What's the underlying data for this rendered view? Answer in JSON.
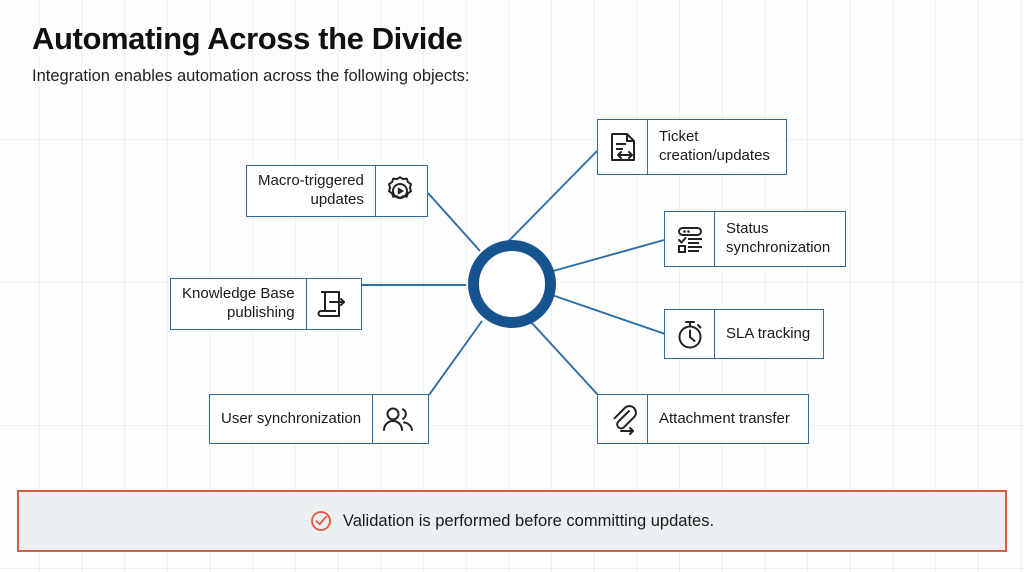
{
  "slide": {
    "title": "Automating Across the Divide",
    "subtitle": "Integration enables automation across the following objects:"
  },
  "diagram": {
    "hub_name": "integration-hub",
    "nodes": [
      {
        "id": "ticket-creation-updates",
        "label": "Ticket\ncreation/updates",
        "icon": "document-exchange-icon",
        "icon_side": "left"
      },
      {
        "id": "status-synchronization",
        "label": "Status\nsynchronization",
        "icon": "checklist-icon",
        "icon_side": "left"
      },
      {
        "id": "sla-tracking",
        "label": "SLA tracking",
        "icon": "stopwatch-icon",
        "icon_side": "left"
      },
      {
        "id": "attachment-transfer",
        "label": "Attachment transfer",
        "icon": "paperclip-arrow-icon",
        "icon_side": "left"
      },
      {
        "id": "user-synchronization",
        "label": "User synchronization",
        "icon": "users-icon",
        "icon_side": "right"
      },
      {
        "id": "knowledge-base-publishing",
        "label": "Knowledge Base\npublishing",
        "icon": "book-export-icon",
        "icon_side": "right"
      },
      {
        "id": "macro-triggered-updates",
        "label": "Macro-triggered\nupdates",
        "icon": "gear-play-icon",
        "icon_side": "right"
      }
    ]
  },
  "callout": {
    "icon": "check-circle-icon",
    "text": "Validation is performed before committing updates."
  },
  "colors": {
    "hub_ring": "#17548f",
    "node_border": "#2e6da4",
    "connector": "#2e6da4",
    "callout_border": "#d1603d",
    "callout_background": "#eceff1",
    "callout_icon": "#e2573a",
    "page_background": "#fdfdfd"
  }
}
